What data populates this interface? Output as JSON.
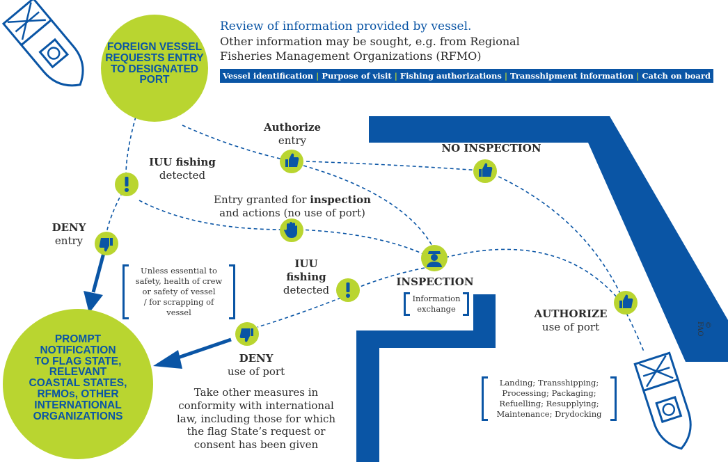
{
  "top_circle": {
    "lines": [
      "FOREIGN VESSEL",
      "REQUESTS ENTRY",
      "TO DESIGNATED",
      "PORT"
    ]
  },
  "bottom_circle": {
    "lines": [
      "PROMPT",
      "NOTIFICATION",
      "TO FLAG STATE,",
      "RELEVANT",
      "COASTAL STATES,",
      "RFMOs, OTHER",
      "INTERNATIONAL",
      "ORGANIZATIONS"
    ]
  },
  "review": {
    "heading": "Review of information provided by vessel.",
    "line2": "Other information may be sought, e.g. from Regional",
    "line3": "Fisheries Management Organizations (RFMO)"
  },
  "info_bar": [
    "Vessel identification",
    "Purpose of visit",
    "Fishing authorizations",
    "Transshipment information",
    "Catch on board"
  ],
  "labels": {
    "authorize_entry_bold": "Authorize",
    "authorize_entry_rest": "entry",
    "no_inspection": "NO INSPECTION",
    "iuu_top_bold": "IUU fishing",
    "iuu_top_rest": "detected",
    "entry_granted_pre": "Entry granted for ",
    "entry_granted_bold": "inspection",
    "entry_granted_line2": "and actions (no use of port)",
    "deny_entry_bold": "DENY",
    "deny_entry_rest": "entry",
    "iuu_mid_bold1": "IUU",
    "iuu_mid_bold2": "fishing",
    "iuu_mid_rest": "detected",
    "inspection": "INSPECTION",
    "authorize_port_bold": "AUTHORIZE",
    "authorize_port_rest": "use of port",
    "deny_port_bold": "DENY",
    "deny_port_rest": "use of port",
    "other_measures": [
      "Take other measures in",
      "conformity with international",
      "law, including those for which",
      "the flag State’s request or",
      "consent has been given"
    ],
    "copyright": "© FAO"
  },
  "brackets": {
    "unless": [
      "Unless essential to",
      "safety, health of crew",
      "or safety of vessel",
      "/ for scrapping of",
      "vessel"
    ],
    "info_exchange": [
      "Information",
      "exchange"
    ],
    "port_uses": [
      "Landing; Transshipping;",
      "Processing; Packaging;",
      "Refuelling; Resupplying;",
      "Maintenance; Drydocking"
    ]
  },
  "colors": {
    "blue": "#0a55a5",
    "green": "#b9d530"
  },
  "icons": [
    "boat-icon",
    "thumbs-up-icon",
    "thumbs-down-icon",
    "exclamation-icon",
    "stop-hand-icon",
    "inspector-icon"
  ]
}
